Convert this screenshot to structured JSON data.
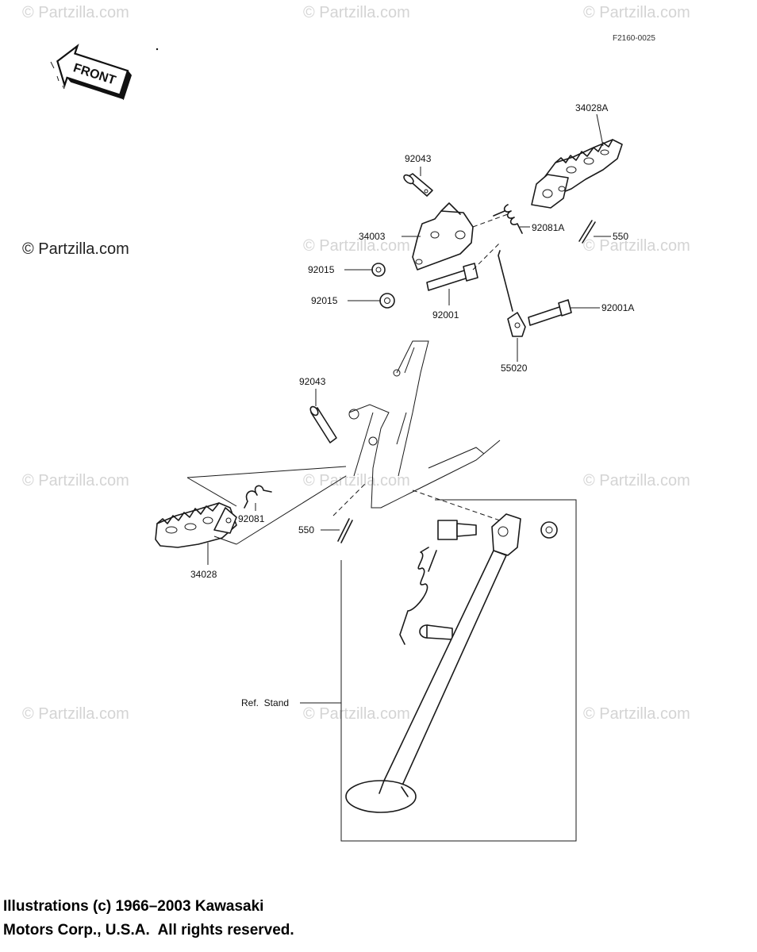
{
  "diagram_code": "F2160-0025",
  "front_arrow_label": "FRONT",
  "watermarks": {
    "text": "© Partzilla.com",
    "prominent": "© Partzilla.com",
    "color": "#d4d4d4"
  },
  "part_labels": {
    "p34028A": "34028A",
    "p92043_top": "92043",
    "p34003": "34003",
    "p92081A": "92081A",
    "p550_top": "550",
    "p92015_a": "92015",
    "p92015_b": "92015",
    "p92001": "92001",
    "p92001A": "92001A",
    "p55020": "55020",
    "p92043_mid": "92043",
    "p92081": "92081",
    "p550_mid": "550",
    "p34028": "34028",
    "ref_stand": "Ref.  Stand"
  },
  "copyright": {
    "line1": "Illustrations (c) 1966–2003 Kawasaki",
    "line2": "Motors Corp., U.S.A.  All rights reserved."
  }
}
